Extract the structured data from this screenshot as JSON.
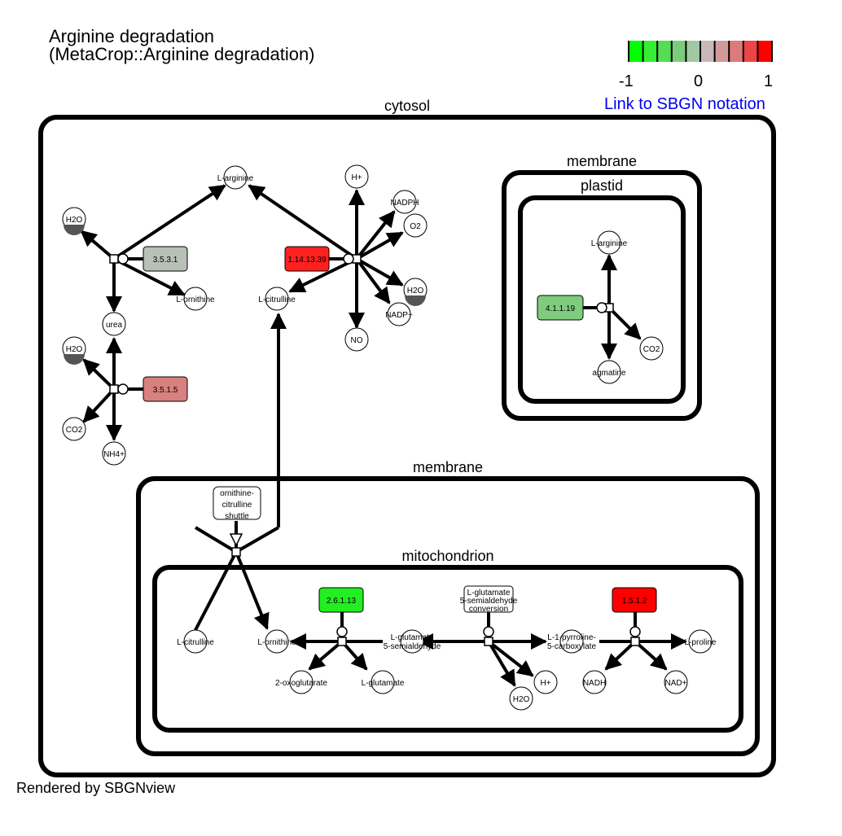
{
  "title": {
    "line1": "Arginine degradation",
    "line2": "(MetaCrop::Arginine degradation)"
  },
  "legend": {
    "tick_labels": [
      "-1",
      "0",
      "1"
    ],
    "link_text": "Link to SBGN notation",
    "colors": [
      "#00ff00",
      "#33ee33",
      "#55dd55",
      "#7ccc7c",
      "#a3c7a3",
      "#c8b8b8",
      "#d49a9a",
      "#dd7a7a",
      "#ee4444",
      "#ff0000"
    ]
  },
  "footer": "Rendered by SBGNview",
  "compartments": {
    "cytosol": "cytosol",
    "membrane_top": "membrane",
    "plastid": "plastid",
    "membrane_bottom": "membrane",
    "mitochondrion": "mitochondrion"
  },
  "metabolites": {
    "l_arginine_cyt": "L-arginine",
    "h2o_1": "H2O",
    "l_ornithine_cyt": "L-ornithine",
    "urea": "urea",
    "h2o_2": "H2O",
    "co2_cyt": "CO2",
    "nh4": "NH4+",
    "l_citrulline_cyt": "L-citrulline",
    "hplus_cyt": "H+",
    "nadph": "NADPH",
    "o2": "O2",
    "h2o_3": "H2O",
    "nadp": "NADP+",
    "no": "NO",
    "l_arginine_pl": "L-arginine",
    "co2_pl": "CO2",
    "agmatine": "agmatine",
    "l_citrulline_mito": "L-citrulline",
    "l_ornithine_mito": "L-ornithine",
    "oxoglutarate": "2-oxoglutarate",
    "l_glutamate": "L-glutamate",
    "glu_semi_1": "L-glutamate",
    "glu_semi_2": "5-semialdehyde",
    "h2o_mito": "H2O",
    "hplus_mito": "H+",
    "pyrroline_1": "L-1-pyrroline-",
    "pyrroline_2": "5-carboxylate",
    "nadh": "NADH",
    "nad": "NAD+",
    "proline": "L-proline"
  },
  "enzymes": {
    "e_3531": "3.5.3.1",
    "e_3515": "3.5.1.5",
    "e_1141339": "1.14.13.39",
    "e_41119": "4.1.1.19",
    "e_26113": "2.6.1.13",
    "e_1512": "1.5.1.2"
  },
  "enzyme_colors": {
    "e_3531": "#b8c0b8",
    "e_3515": "#d98080",
    "e_1141339": "#ff2020",
    "e_41119": "#7fcc7f",
    "e_26113": "#22ee22",
    "e_1512": "#ff0000"
  },
  "process_labels": {
    "shuttle_1": "ornithine-",
    "shuttle_2": "citrulline",
    "shuttle_3": "shuttle",
    "conv_1": "L-glutamate",
    "conv_2": "5-semialdehyde",
    "conv_3": "conversion"
  }
}
